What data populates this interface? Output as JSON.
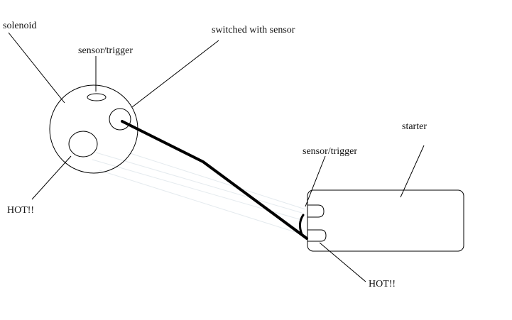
{
  "labels": {
    "solenoid": "solenoid",
    "sensor_trigger_top": "sensor/trigger",
    "switched_with_sensor": "switched with sensor",
    "starter": "starter",
    "sensor_trigger_right": "sensor/trigger",
    "hot_left": "HOT!!",
    "hot_right": "HOT!!"
  },
  "colors": {
    "background": "#ffffff",
    "line": "#000000",
    "faint_line": "#e6ecef"
  }
}
